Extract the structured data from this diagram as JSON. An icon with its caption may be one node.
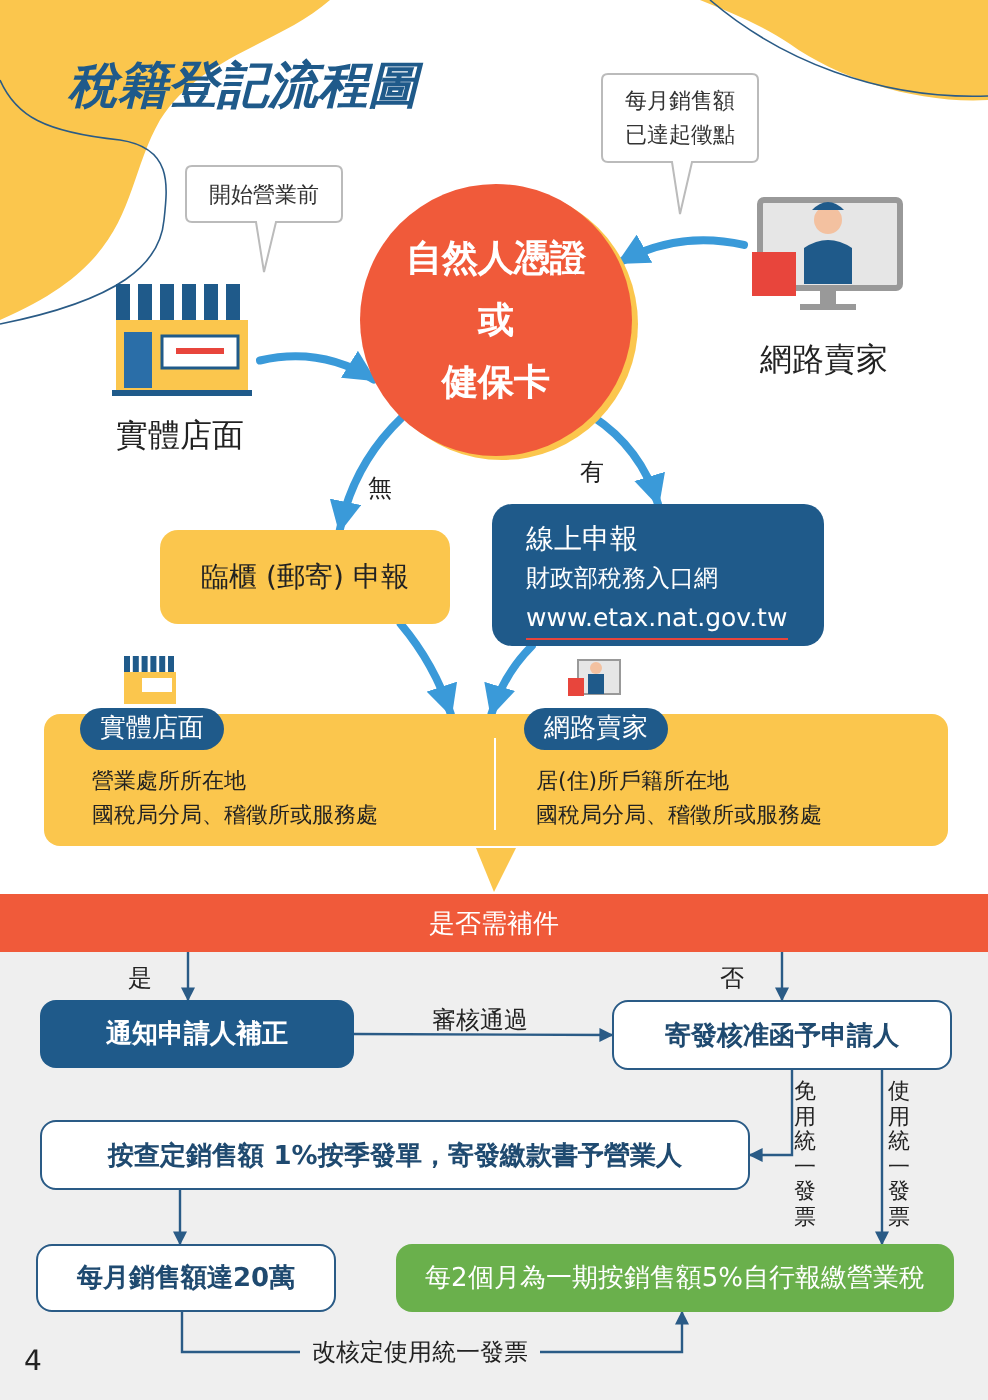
{
  "diagram": {
    "title": "稅籍登記流程圖",
    "nodes": [
      {
        "text": [
          "開始營業前"
        ]
      },
      {
        "text": [
          "每月銷售額已達起徵點"
        ]
      },
      {
        "text": [
          "實體店面"
        ]
      },
      {
        "text": [
          "自然人憑證",
          "或",
          "健保卡"
        ]
      },
      {
        "text": [
          "網路賣家"
        ]
      },
      {
        "text": [
          "臨櫃 (郵寄) 申報"
        ]
      },
      {
        "text": [
          "線上申報",
          "財政部稅務入口網",
          "www.etax.nat.gov.tw"
        ]
      },
      {
        "text": [],
        "shape": "box"
      },
      {
        "text": [
          "實體店面",
          "營業處所所在地",
          "國稅局分局、稽徵所或服務處"
        ],
        "in": 7
      },
      {
        "text": [
          "網路賣家",
          "居(住)所戶籍所在地",
          "國稅局分局、稽徵所或服務處"
        ],
        "in": 7
      },
      {
        "text": [
          "是否需補件"
        ]
      },
      {
        "text": [
          "通知申請人補正"
        ]
      },
      {
        "text": [
          "寄發核准函予申請人"
        ]
      },
      {
        "text": [
          "按查定銷售額 1%按季發單，寄發繳款書予營業人"
        ]
      },
      {
        "text": [
          "每月銷售額達20萬"
        ]
      },
      {
        "text": [
          "每2個月為一期按銷售額5%自行報繳營業稅"
        ]
      }
    ],
    "edges": [
      {
        "from": 2,
        "to": 3,
        "arrow": "to",
        "style": "thick",
        "color": "#3a9ad9"
      },
      {
        "from": 4,
        "to": 3,
        "arrow": "to",
        "style": "thick",
        "color": "#3a9ad9"
      },
      {
        "from": 3,
        "to": 5,
        "arrow": "to",
        "label": "無",
        "style": "thick",
        "color": "#3a9ad9"
      },
      {
        "from": 3,
        "to": 6,
        "arrow": "to",
        "label": "有",
        "style": "thick",
        "color": "#3a9ad9"
      },
      {
        "from": 5,
        "to": 7,
        "arrow": "to",
        "style": "thick",
        "color": "#3a9ad9"
      },
      {
        "from": 6,
        "to": 7,
        "arrow": "to",
        "style": "thick",
        "color": "#3a9ad9"
      },
      {
        "from": 7,
        "to": 10,
        "arrow": "to",
        "color": "#fbc64d"
      },
      {
        "from": 10,
        "to": 11,
        "arrow": "to",
        "label": "是"
      },
      {
        "from": 10,
        "to": 12,
        "arrow": "to",
        "label": "否"
      },
      {
        "from": 11,
        "to": 12,
        "arrow": "to",
        "label": "審核通過"
      },
      {
        "from": 12,
        "to": 13,
        "arrow": "to",
        "label": "免用統一發票"
      },
      {
        "from": 12,
        "to": 15,
        "arrow": "to",
        "label": "使用統一發票"
      },
      {
        "from": 13,
        "to": 14,
        "arrow": "to"
      },
      {
        "from": 14,
        "to": 15,
        "arrow": "to",
        "label": "改核定使用統一發票"
      }
    ],
    "labels": [
      "4"
    ]
  }
}
